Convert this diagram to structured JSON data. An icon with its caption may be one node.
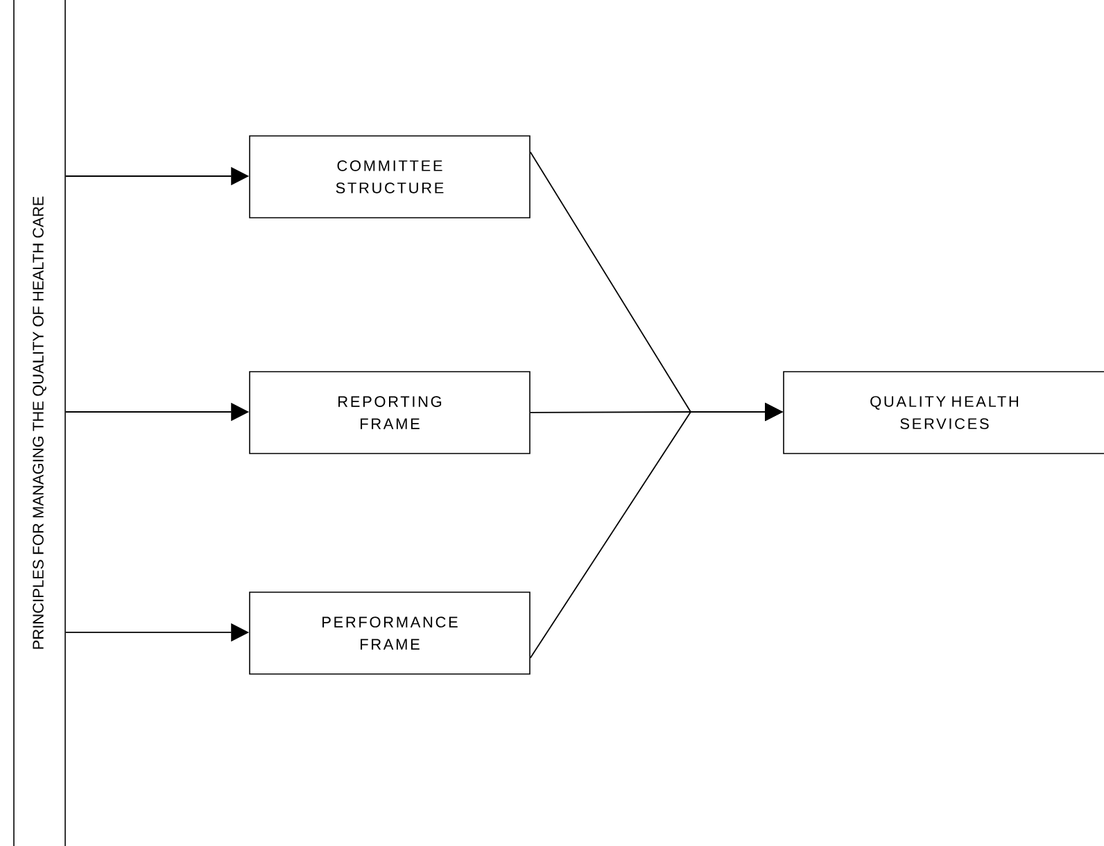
{
  "diagram": {
    "nodes": [
      {
        "text": [
          "PRINCIPLES FOR MANAGING THE QUALITY OF HEALTH CARE"
        ]
      },
      {
        "text": [
          "COMMITTEE STRUCTURE"
        ]
      },
      {
        "text": [
          "REPORTING FRAME"
        ]
      },
      {
        "text": [
          "PERFORMANCE FRAME"
        ]
      },
      {
        "text": [
          "QUALITY HEALTH SERVICES"
        ]
      }
    ],
    "edges": [
      {
        "from": 0,
        "to": 1,
        "arrow": "to"
      },
      {
        "from": 0,
        "to": 2,
        "arrow": "to"
      },
      {
        "from": 0,
        "to": 3,
        "arrow": "to"
      },
      {
        "from": 1,
        "to": 4,
        "arrow": "to"
      },
      {
        "from": 2,
        "to": 4,
        "arrow": "to"
      },
      {
        "from": 3,
        "to": 4,
        "arrow": "to"
      }
    ]
  }
}
